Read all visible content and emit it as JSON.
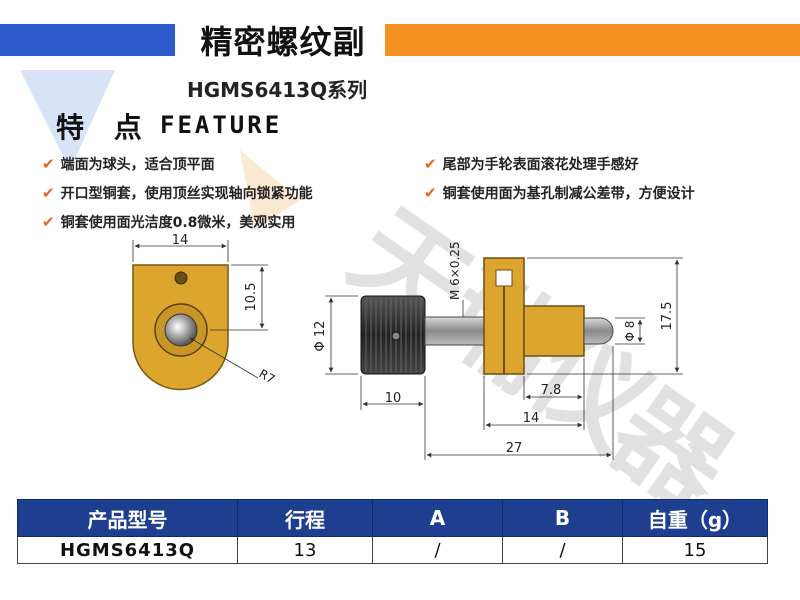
{
  "header": {
    "title": "精密螺纹副",
    "subtitle": "HGMS6413Q系列",
    "accent_left": "#2c5ac9",
    "accent_right": "#f3901f"
  },
  "feature_heading": {
    "cn": "特 点",
    "en": "FEATURE"
  },
  "features": [
    "端面为球头，适合顶平面",
    "尾部为手轮表面滚花处理手感好",
    "开口型铜套，使用顶丝实现轴向锁紧功能",
    "铜套使用面为基孔制减公差带，方便设计",
    "铜套使用面光洁度0.8微米，美观实用"
  ],
  "check_icon": "check-icon",
  "watermark": {
    "chars": [
      "天",
      "瑞",
      "仪",
      "器"
    ]
  },
  "dimensions": {
    "front_width": "14",
    "front_height": "10.5",
    "front_radius": "R7",
    "side_diameter": "Φ 12",
    "thread": "M 6×0.25",
    "ball_diameter": "Φ 8",
    "total_height": "17.5",
    "knob_length": "10",
    "len_7_8": "7.8",
    "len_14": "14",
    "len_27": "27"
  },
  "table": {
    "headers": [
      "产品型号",
      "行程",
      "A",
      "B",
      "自重（g）"
    ],
    "rows": [
      [
        "HGMS6413Q",
        "13",
        "/",
        "/",
        "15"
      ]
    ]
  }
}
